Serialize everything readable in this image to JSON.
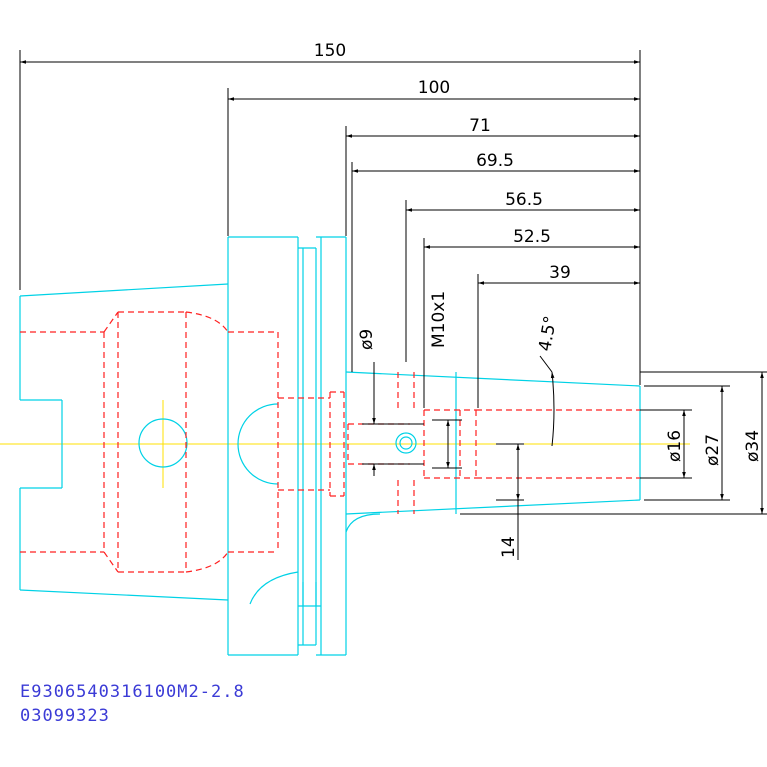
{
  "dimensions": {
    "overall_length": "150",
    "length_100": "100",
    "length_71": "71",
    "length_69_5": "69.5",
    "length_56_5": "56.5",
    "length_52_5": "52.5",
    "length_39": "39",
    "bore_dia_9": "ø9",
    "thread": "M10x1",
    "taper_angle": "4.5°",
    "dia_16": "ø16",
    "dia_27": "ø27",
    "dia_34": "ø34",
    "offset_14": "14"
  },
  "part_number": "E9306540316100M2-2.8",
  "code": "03099323",
  "colors": {
    "outline": "#00d2e6",
    "hidden": "#ff2020",
    "centerline": "#ffe000",
    "dimension": "#000000",
    "caption": "#3b3bd6"
  }
}
